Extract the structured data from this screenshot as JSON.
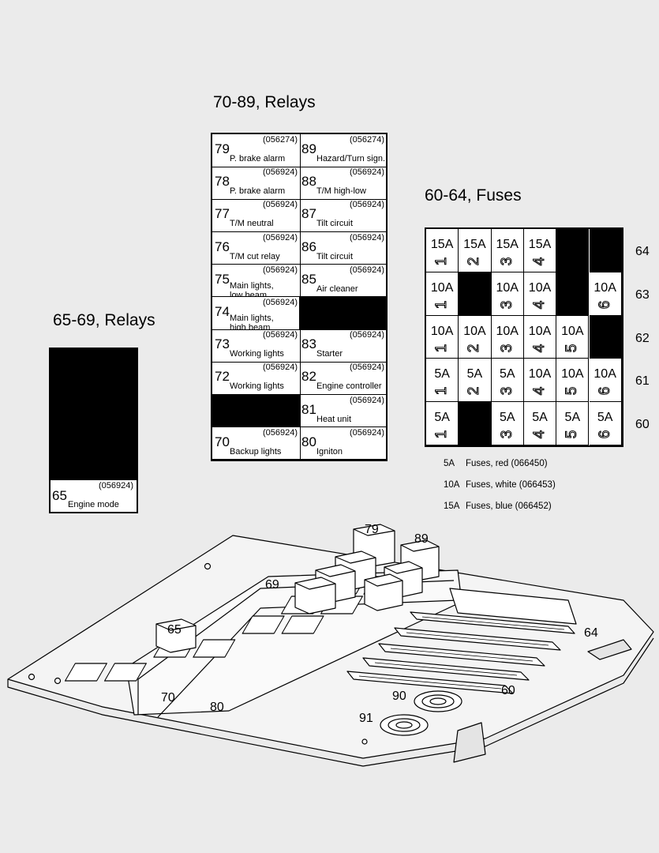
{
  "titles": {
    "relays_70_89": "70-89, Relays",
    "fuses": "60-64, Fuses",
    "relays_65_69": "65-69, Relays"
  },
  "relays": [
    {
      "num": "79",
      "code": "(056274)",
      "label": "P. brake alarm",
      "dark": false
    },
    {
      "num": "89",
      "code": "(056274)",
      "label": "Hazard/Turn sign.",
      "dark": false
    },
    {
      "num": "78",
      "code": "(056924)",
      "label": "P. brake alarm",
      "dark": false
    },
    {
      "num": "88",
      "code": "(056924)",
      "label": "T/M high-low",
      "dark": false
    },
    {
      "num": "77",
      "code": "(056924)",
      "label": "T/M neutral",
      "dark": false
    },
    {
      "num": "87",
      "code": "(056924)",
      "label": "Tilt circuit",
      "dark": false
    },
    {
      "num": "76",
      "code": "(056924)",
      "label": "T/M cut relay",
      "dark": false
    },
    {
      "num": "86",
      "code": "(056924)",
      "label": "Tilt circuit",
      "dark": false
    },
    {
      "num": "75",
      "code": "(056924)",
      "label": "Main lights,\nlow beam",
      "dark": false
    },
    {
      "num": "85",
      "code": "(056924)",
      "label": "Air cleaner",
      "dark": false
    },
    {
      "num": "74",
      "code": "(056924)",
      "label": "Main lights,\nhigh beam",
      "dark": false
    },
    {
      "num": "",
      "code": "",
      "label": "",
      "dark": true
    },
    {
      "num": "73",
      "code": "(056924)",
      "label": "Working lights",
      "dark": false
    },
    {
      "num": "83",
      "code": "(056924)",
      "label": "Starter",
      "dark": false
    },
    {
      "num": "72",
      "code": "(056924)",
      "label": "Working lights",
      "dark": false
    },
    {
      "num": "82",
      "code": "(056924)",
      "label": "Engine controller",
      "dark": false
    },
    {
      "num": "",
      "code": "",
      "label": "",
      "dark": true
    },
    {
      "num": "81",
      "code": "(056924)",
      "label": "Heat unit",
      "dark": false
    },
    {
      "num": "70",
      "code": "(056924)",
      "label": "Backup lights",
      "dark": false
    },
    {
      "num": "80",
      "code": "(056924)",
      "label": "Igniton",
      "dark": false
    }
  ],
  "relay65": {
    "num": "65",
    "code": "(056924)",
    "label": "Engine mode"
  },
  "fuse_rows": [
    {
      "row": "64",
      "cells": [
        {
          "amp": "15A",
          "idx": "1"
        },
        {
          "amp": "15A",
          "idx": "2"
        },
        {
          "amp": "15A",
          "idx": "3"
        },
        {
          "amp": "15A",
          "idx": "4"
        },
        null,
        null
      ]
    },
    {
      "row": "63",
      "cells": [
        {
          "amp": "10A",
          "idx": "1"
        },
        null,
        {
          "amp": "10A",
          "idx": "3"
        },
        {
          "amp": "10A",
          "idx": "4"
        },
        null,
        {
          "amp": "10A",
          "idx": "6"
        }
      ]
    },
    {
      "row": "62",
      "cells": [
        {
          "amp": "10A",
          "idx": "1"
        },
        {
          "amp": "10A",
          "idx": "2"
        },
        {
          "amp": "10A",
          "idx": "3"
        },
        {
          "amp": "10A",
          "idx": "4"
        },
        {
          "amp": "10A",
          "idx": "5"
        },
        null
      ]
    },
    {
      "row": "61",
      "cells": [
        {
          "amp": "5A",
          "idx": "1"
        },
        {
          "amp": "5A",
          "idx": "2"
        },
        {
          "amp": "5A",
          "idx": "3"
        },
        {
          "amp": "10A",
          "idx": "4"
        },
        {
          "amp": "10A",
          "idx": "5"
        },
        {
          "amp": "10A",
          "idx": "6"
        }
      ]
    },
    {
      "row": "60",
      "cells": [
        {
          "amp": "5A",
          "idx": "1"
        },
        null,
        {
          "amp": "5A",
          "idx": "3"
        },
        {
          "amp": "5A",
          "idx": "4"
        },
        {
          "amp": "5A",
          "idx": "5"
        },
        {
          "amp": "5A",
          "idx": "6"
        }
      ]
    }
  ],
  "legend": [
    {
      "amp": "5A",
      "text": "Fuses, red (066450)"
    },
    {
      "amp": "10A",
      "text": "Fuses, white (066453)"
    },
    {
      "amp": "15A",
      "text": "Fuses, blue (066452)"
    }
  ],
  "callouts": {
    "c79": "79",
    "c89": "89",
    "c69": "69",
    "c65": "65",
    "c64": "64",
    "c70": "70",
    "c80": "80",
    "c90": "90",
    "c60": "60",
    "c91": "91"
  }
}
